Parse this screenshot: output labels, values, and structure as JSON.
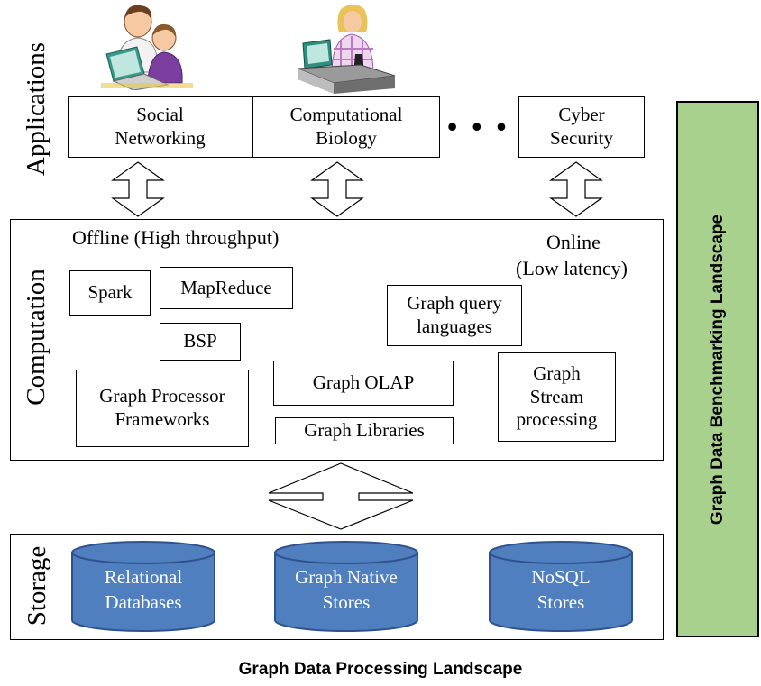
{
  "applications": {
    "label": "Applications",
    "items": [
      {
        "line1": "Social",
        "line2": "Networking"
      },
      {
        "line1": "Computational",
        "line2": "Biology"
      },
      {
        "line1": "Cyber",
        "line2": "Security"
      }
    ],
    "ellipsis": "• • •",
    "icons": [
      "parent-child-laptop-icon",
      "woman-at-computer-icon"
    ]
  },
  "computation": {
    "label": "Computation",
    "offline": "Offline (High throughput)",
    "online_line1": "Online",
    "online_line2": "(Low latency)",
    "spark": "Spark",
    "mapreduce": "MapReduce",
    "bsp": "BSP",
    "graph_processor_line1": "Graph Processor",
    "graph_processor_line2": "Frameworks",
    "graph_olap": "Graph OLAP",
    "graph_libraries": "Graph Libraries",
    "graph_query_line1": "Graph query",
    "graph_query_line2": "languages",
    "graph_stream_line1": "Graph",
    "graph_stream_line2": "Stream",
    "graph_stream_line3": "processing"
  },
  "storage": {
    "label": "Storage",
    "items": [
      {
        "line1": "Relational",
        "line2": "Databases"
      },
      {
        "line1": "Graph Native",
        "line2": "Stores"
      },
      {
        "line1": "NoSQL",
        "line2": "Stores"
      }
    ],
    "cylinder_color": "#4f7fbf"
  },
  "sidebar": {
    "label": "Graph Data Benchmarking Landscape",
    "color": "#a9d18e"
  },
  "caption": "Graph Data Processing Landscape"
}
